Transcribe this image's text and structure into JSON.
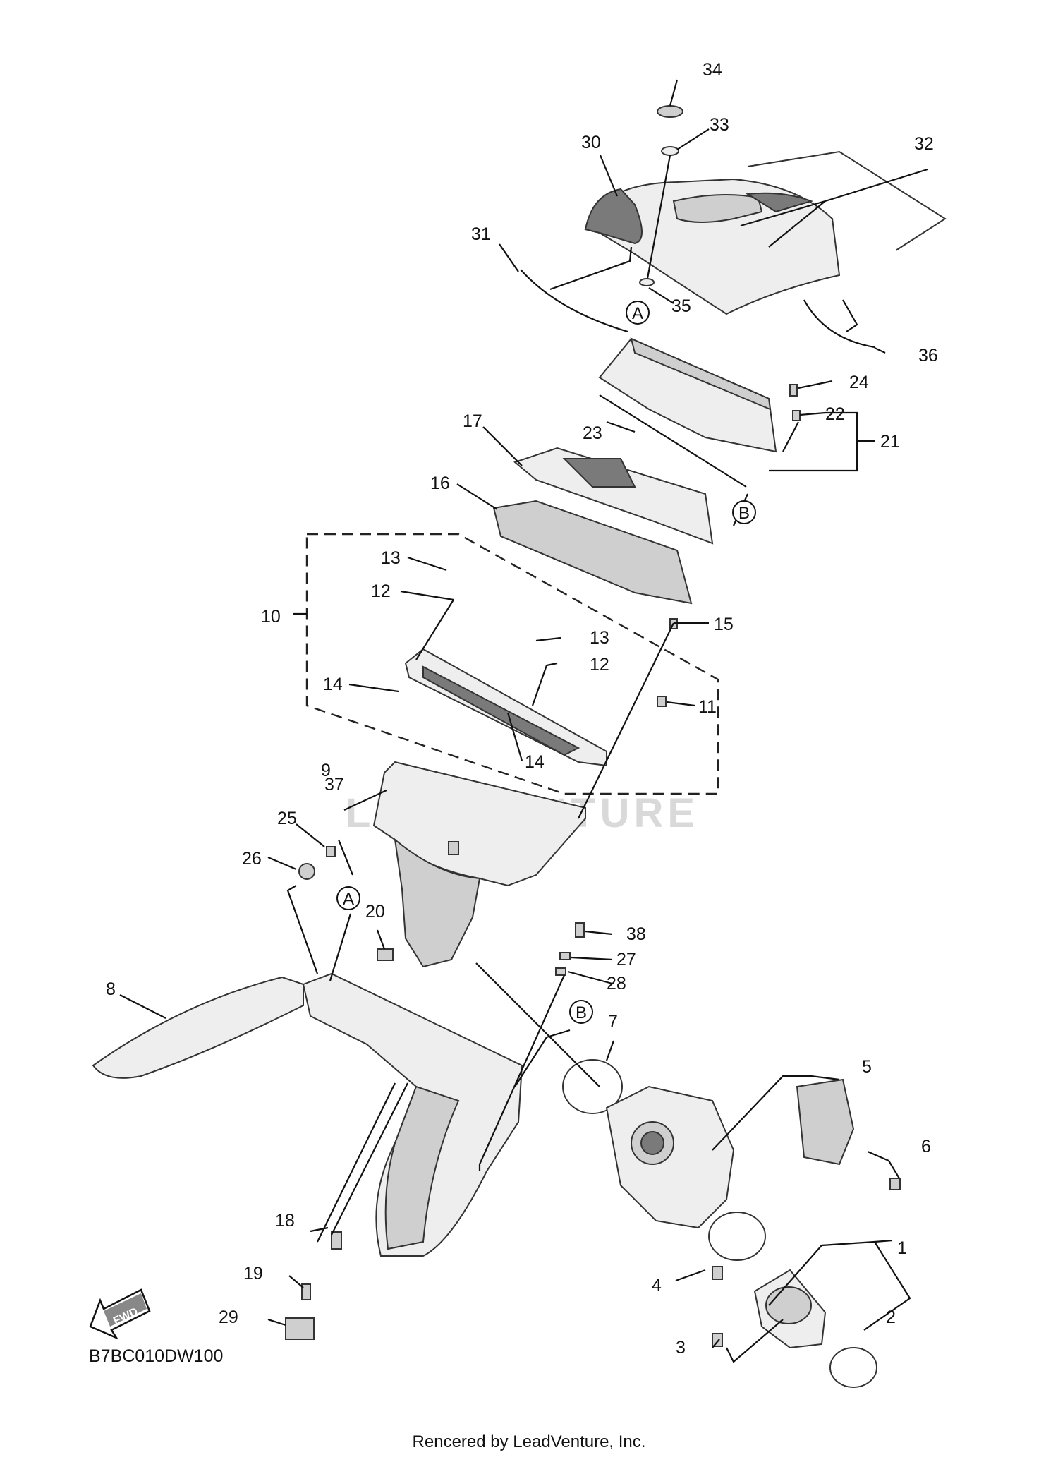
{
  "diagram": {
    "code": "B7BC010DW100",
    "watermark": "LEADVENTURE",
    "credit": "Rencered by LeadVenture, Inc.",
    "fwd_arrow": "FWD",
    "ref_letters": {
      "a_top": "A",
      "a_bottom": "A",
      "b_top": "B",
      "b_bottom": "B"
    },
    "callouts": {
      "p1": "1",
      "p2": "2",
      "p3": "3",
      "p4": "4",
      "p5": "5",
      "p6": "6",
      "p7": "7",
      "p8": "8",
      "p9": "9",
      "p10": "10",
      "p11": "11",
      "p12a": "12",
      "p12b": "12",
      "p13a": "13",
      "p13b": "13",
      "p14a": "14",
      "p14b": "14",
      "p15": "15",
      "p16": "16",
      "p17": "17",
      "p18": "18",
      "p19": "19",
      "p20": "20",
      "p21": "21",
      "p22": "22",
      "p23": "23",
      "p24": "24",
      "p25": "25",
      "p26": "26",
      "p27": "27",
      "p28": "28",
      "p29": "29",
      "p30": "30",
      "p31": "31",
      "p32": "32",
      "p33": "33",
      "p34": "34",
      "p35": "35",
      "p36": "36",
      "p37": "37",
      "p38": "38"
    }
  }
}
